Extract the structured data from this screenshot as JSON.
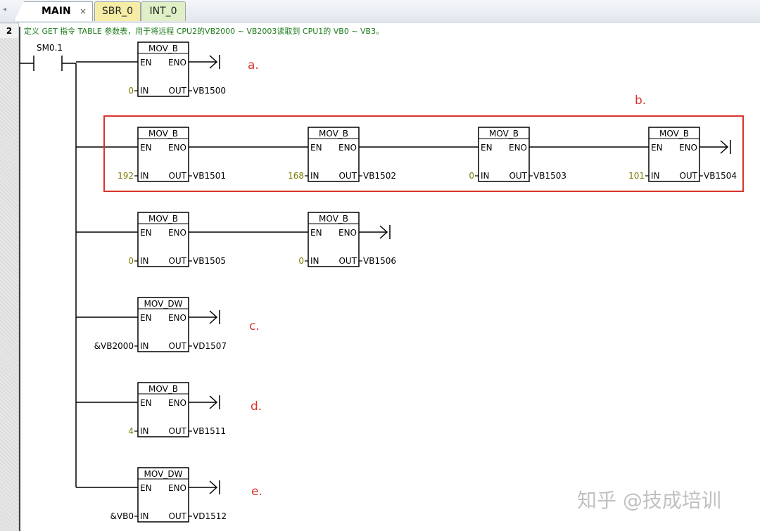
{
  "tabs": [
    {
      "label": "MAIN",
      "close": "×"
    },
    {
      "label": "SBR_0"
    },
    {
      "label": "INT_0"
    }
  ],
  "network": {
    "number": "2",
    "comment": "定义 GET 指令 TABLE 参数表，用于将远程 CPU2的VB2000 ~ VB2003读取到 CPU1的 VB0 ~ VB3。"
  },
  "contact": {
    "label": "SM0.1"
  },
  "box_pins": {
    "en": "EN",
    "eno": "ENO",
    "in": "IN",
    "out": "OUT"
  },
  "blocks": [
    {
      "title": "MOV_B",
      "in": "0",
      "out": "VB1500",
      "coil": true
    },
    {
      "title": "MOV_B",
      "in": "192",
      "out": "VB1501",
      "coil": false
    },
    {
      "title": "MOV_B",
      "in": "168",
      "out": "VB1502",
      "coil": false
    },
    {
      "title": "MOV_B",
      "in": "0",
      "out": "VB1503",
      "coil": false
    },
    {
      "title": "MOV_B",
      "in": "101",
      "out": "VB1504",
      "coil": true
    },
    {
      "title": "MOV_B",
      "in": "0",
      "out": "VB1505",
      "coil": false
    },
    {
      "title": "MOV_B",
      "in": "0",
      "out": "VB1506",
      "coil": true
    },
    {
      "title": "MOV_DW",
      "in": "&VB2000",
      "out": "VD1507",
      "coil": true
    },
    {
      "title": "MOV_B",
      "in": "4",
      "out": "VB1511",
      "coil": true
    },
    {
      "title": "MOV_DW",
      "in": "&VB0",
      "out": "VD1512",
      "coil": true
    }
  ],
  "annotations": {
    "a": "a.",
    "b": "b.",
    "c": "c.",
    "d": "d.",
    "e": "e."
  },
  "highlight_color": "#d9342b",
  "watermark": "知乎 @技成培训"
}
